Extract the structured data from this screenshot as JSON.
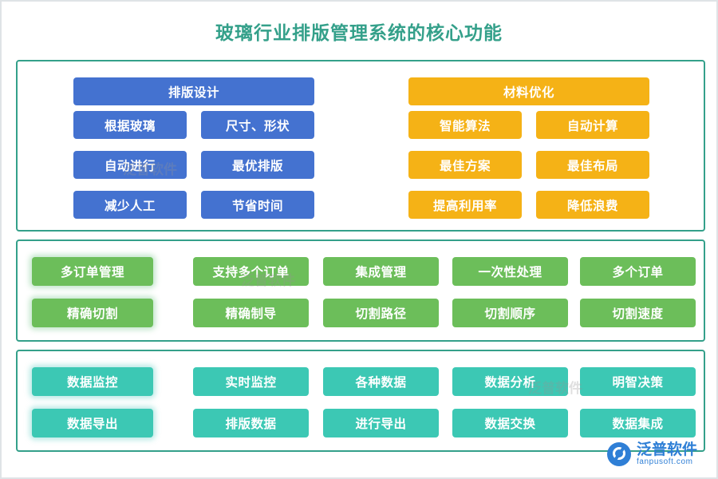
{
  "page": {
    "title": "玻璃行业排版管理系统的核心功能"
  },
  "colors": {
    "title": "#34a08a",
    "frame_border": "#34a08a",
    "blue": "#4472d0",
    "orange": "#f5b216",
    "green": "#6cbe5a",
    "teal": "#3cc8b4",
    "logo": "#2f7fd6"
  },
  "sections": [
    {
      "id": "section-1",
      "groups": [
        {
          "id": "group-layout-design",
          "color_key": "blue",
          "head": "排版设计",
          "items": [
            "根据玻璃",
            "尺寸、形状",
            "自动进行",
            "最优排版",
            "减少人工",
            "节省时间"
          ]
        },
        {
          "id": "group-material-optimize",
          "color_key": "orange",
          "head": "材料优化",
          "items": [
            "智能算法",
            "自动计算",
            "最佳方案",
            "最佳布局",
            "提高利用率",
            "降低浪费"
          ]
        }
      ]
    },
    {
      "id": "section-2",
      "rows": [
        {
          "id": "row-multi-order",
          "color_key": "green",
          "head": "多订单管理",
          "items": [
            "支持多个订单",
            "集成管理",
            "一次性处理",
            "多个订单"
          ]
        },
        {
          "id": "row-precise-cut",
          "color_key": "green",
          "head": "精确切割",
          "items": [
            "精确制导",
            "切割路径",
            "切割顺序",
            "切割速度"
          ]
        }
      ]
    },
    {
      "id": "section-3",
      "rows": [
        {
          "id": "row-data-monitor",
          "color_key": "teal",
          "head": "数据监控",
          "items": [
            "实时监控",
            "各种数据",
            "数据分析",
            "明智决策"
          ]
        },
        {
          "id": "row-data-export",
          "color_key": "teal",
          "head": "数据导出",
          "items": [
            "排版数据",
            "进行导出",
            "数据交换",
            "数据集成"
          ]
        }
      ]
    }
  ],
  "watermarks": [
    "泛普软件",
    "泛普软件",
    "泛普软件"
  ],
  "logo": {
    "cn": "泛普软件",
    "en": "fanpusoft.com"
  }
}
